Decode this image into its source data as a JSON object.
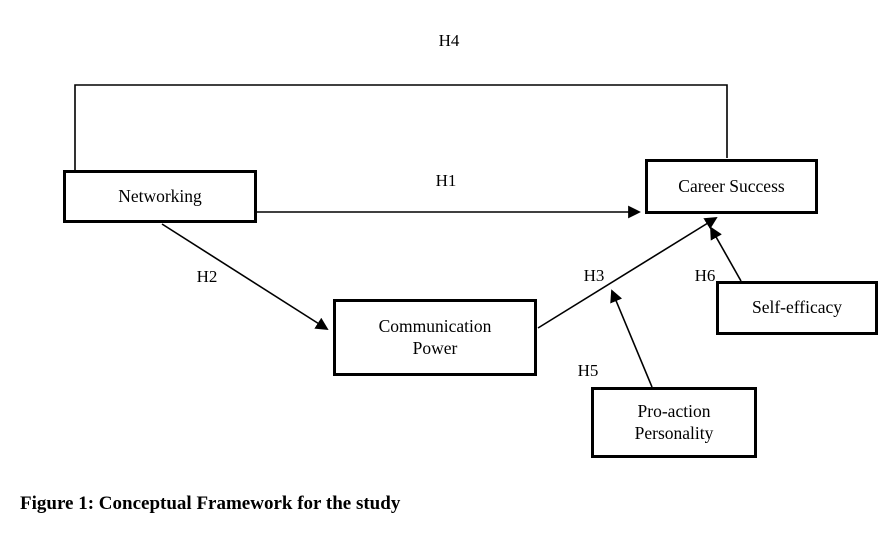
{
  "figure": {
    "caption": "Figure 1: Conceptual Framework for the study",
    "nodes": {
      "networking": {
        "lines": [
          "Networking"
        ]
      },
      "career_success": {
        "lines": [
          "Career Success"
        ]
      },
      "communication_power": {
        "lines": [
          "Communication",
          "Power"
        ]
      },
      "self_efficacy": {
        "lines": [
          "Self-efficacy"
        ]
      },
      "proaction_personality": {
        "lines": [
          "Pro-action",
          "Personality"
        ]
      }
    },
    "edges": [
      {
        "label": "H1",
        "from": "Networking",
        "to": "Career Success"
      },
      {
        "label": "H2",
        "from": "Networking",
        "to": "Communication Power"
      },
      {
        "label": "H3",
        "from": "Communication Power",
        "to": "Career Success"
      },
      {
        "label": "H4",
        "from": "Networking",
        "to": "Career Success"
      },
      {
        "label": "H5",
        "from": "Pro-action Personality",
        "to": "H3 path"
      },
      {
        "label": "H6",
        "from": "Self-efficacy",
        "to": "Career Success"
      }
    ],
    "colors": {
      "line": "#000000",
      "text": "#000000",
      "background": "#ffffff"
    }
  }
}
